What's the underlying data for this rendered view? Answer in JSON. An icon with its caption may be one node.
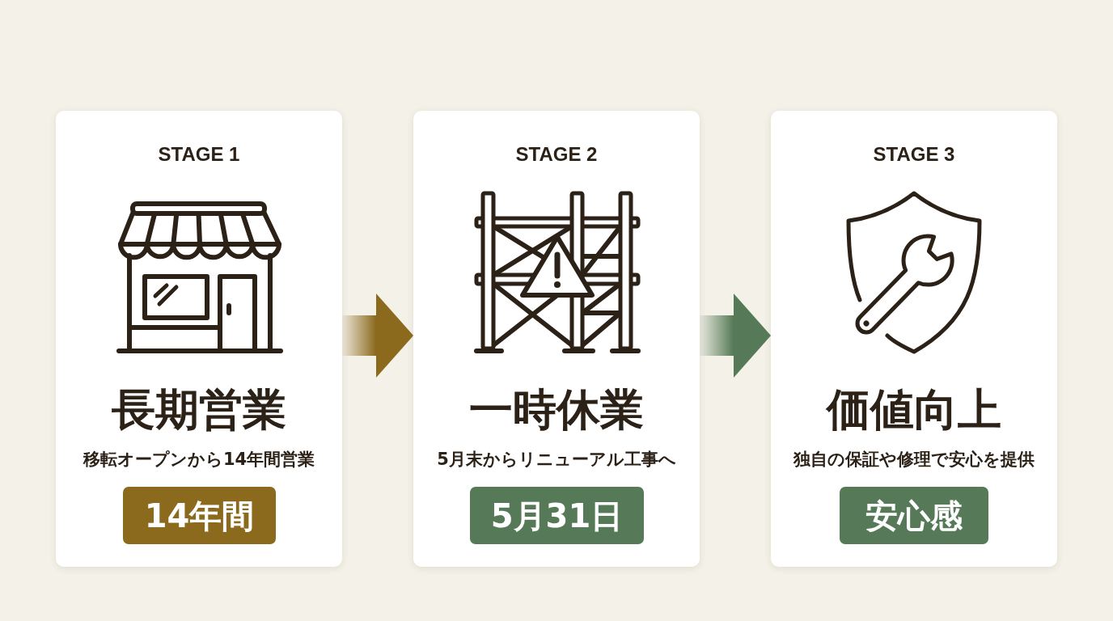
{
  "diagram": {
    "nodes": [
      {
        "text": [
          "STAGE 1",
          "長期営業",
          "移転オープンから14年間営業"
        ]
      },
      {
        "text": [
          "14年間"
        ],
        "in": 0
      },
      {
        "text": [
          "STAGE 2",
          "一時休業",
          "5月末からリニューアル工事へ"
        ]
      },
      {
        "text": [
          "5月31日"
        ],
        "in": 2
      },
      {
        "text": [
          "STAGE 3",
          "価値向上",
          "独自の保証や修理で安心を提供"
        ]
      },
      {
        "text": [
          "安心感"
        ],
        "in": 4
      }
    ],
    "edges": [
      {
        "from": 0,
        "to": 2,
        "arrow": "to",
        "color": "#8b6a1d"
      },
      {
        "from": 2,
        "to": 4,
        "arrow": "to",
        "color": "#567a57"
      }
    ]
  }
}
